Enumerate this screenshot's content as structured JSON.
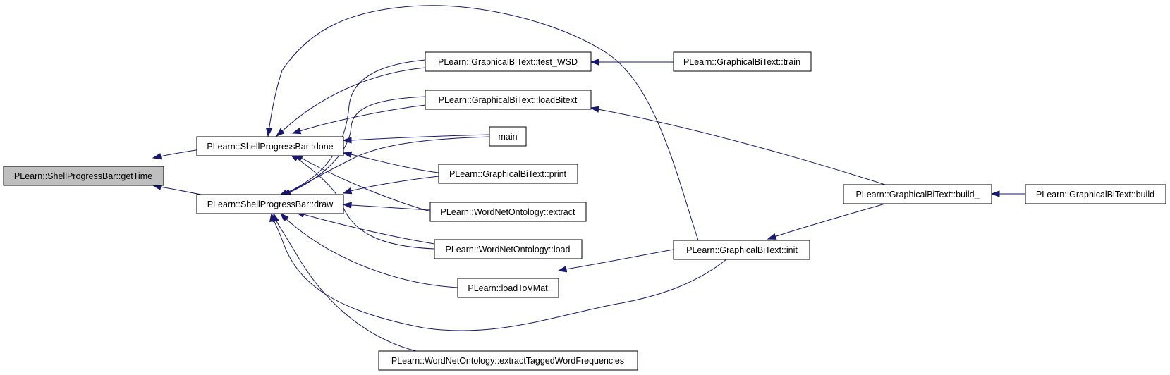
{
  "diagram": {
    "type": "call-graph",
    "nodes": {
      "getTime": "PLearn::ShellProgressBar::getTime",
      "done": "PLearn::ShellProgressBar::done",
      "draw": "PLearn::ShellProgressBar::draw",
      "test_WSD": "PLearn::GraphicalBiText::test_WSD",
      "train": "PLearn::GraphicalBiText::train",
      "loadBitext": "PLearn::GraphicalBiText::loadBitext",
      "main": "main",
      "print": "PLearn::GraphicalBiText::print",
      "extract": "PLearn::WordNetOntology::extract",
      "load": "PLearn::WordNetOntology::load",
      "loadToVMat": "PLearn::loadToVMat",
      "extractTagged": "PLearn::WordNetOntology::extractTaggedWordFrequencies",
      "init": "PLearn::GraphicalBiText::init",
      "build_": "PLearn::GraphicalBiText::build_",
      "build": "PLearn::GraphicalBiText::build"
    },
    "edges": [
      [
        "done",
        "getTime"
      ],
      [
        "draw",
        "getTime"
      ],
      [
        "test_WSD",
        "done"
      ],
      [
        "loadBitext",
        "done"
      ],
      [
        "main",
        "done"
      ],
      [
        "print",
        "done"
      ],
      [
        "extract",
        "done"
      ],
      [
        "load",
        "done"
      ],
      [
        "init",
        "done"
      ],
      [
        "test_WSD",
        "draw"
      ],
      [
        "loadBitext",
        "draw"
      ],
      [
        "main",
        "draw"
      ],
      [
        "print",
        "draw"
      ],
      [
        "extract",
        "draw"
      ],
      [
        "load",
        "draw"
      ],
      [
        "loadToVMat",
        "draw"
      ],
      [
        "init",
        "draw"
      ],
      [
        "extractTagged",
        "draw"
      ],
      [
        "train",
        "test_WSD"
      ],
      [
        "build_",
        "loadBitext"
      ],
      [
        "build_",
        "init"
      ],
      [
        "init",
        "loadToVMat"
      ],
      [
        "build",
        "build_"
      ]
    ],
    "colors": {
      "edge": "#191970",
      "root_fill": "#bfbfbf",
      "node_fill": "#ffffff",
      "border": "#000000"
    }
  }
}
